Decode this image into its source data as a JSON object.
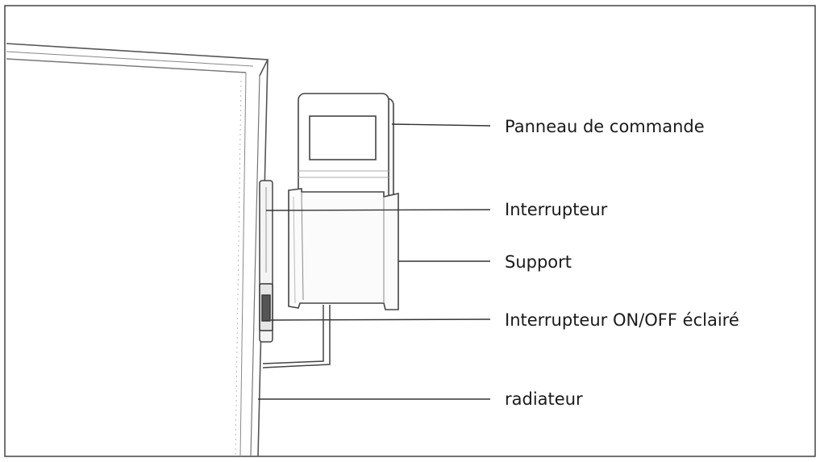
{
  "diagram": {
    "labels": [
      {
        "id": "panel",
        "text": "Panneau de commande"
      },
      {
        "id": "switch",
        "text": "Interrupteur"
      },
      {
        "id": "support",
        "text": "Support"
      },
      {
        "id": "onoff",
        "text": "Interrupteur ON/OFF éclairé"
      },
      {
        "id": "radiator",
        "text": "radiateur"
      }
    ]
  },
  "colors": {
    "line": "#333333",
    "frame": "#444444"
  }
}
